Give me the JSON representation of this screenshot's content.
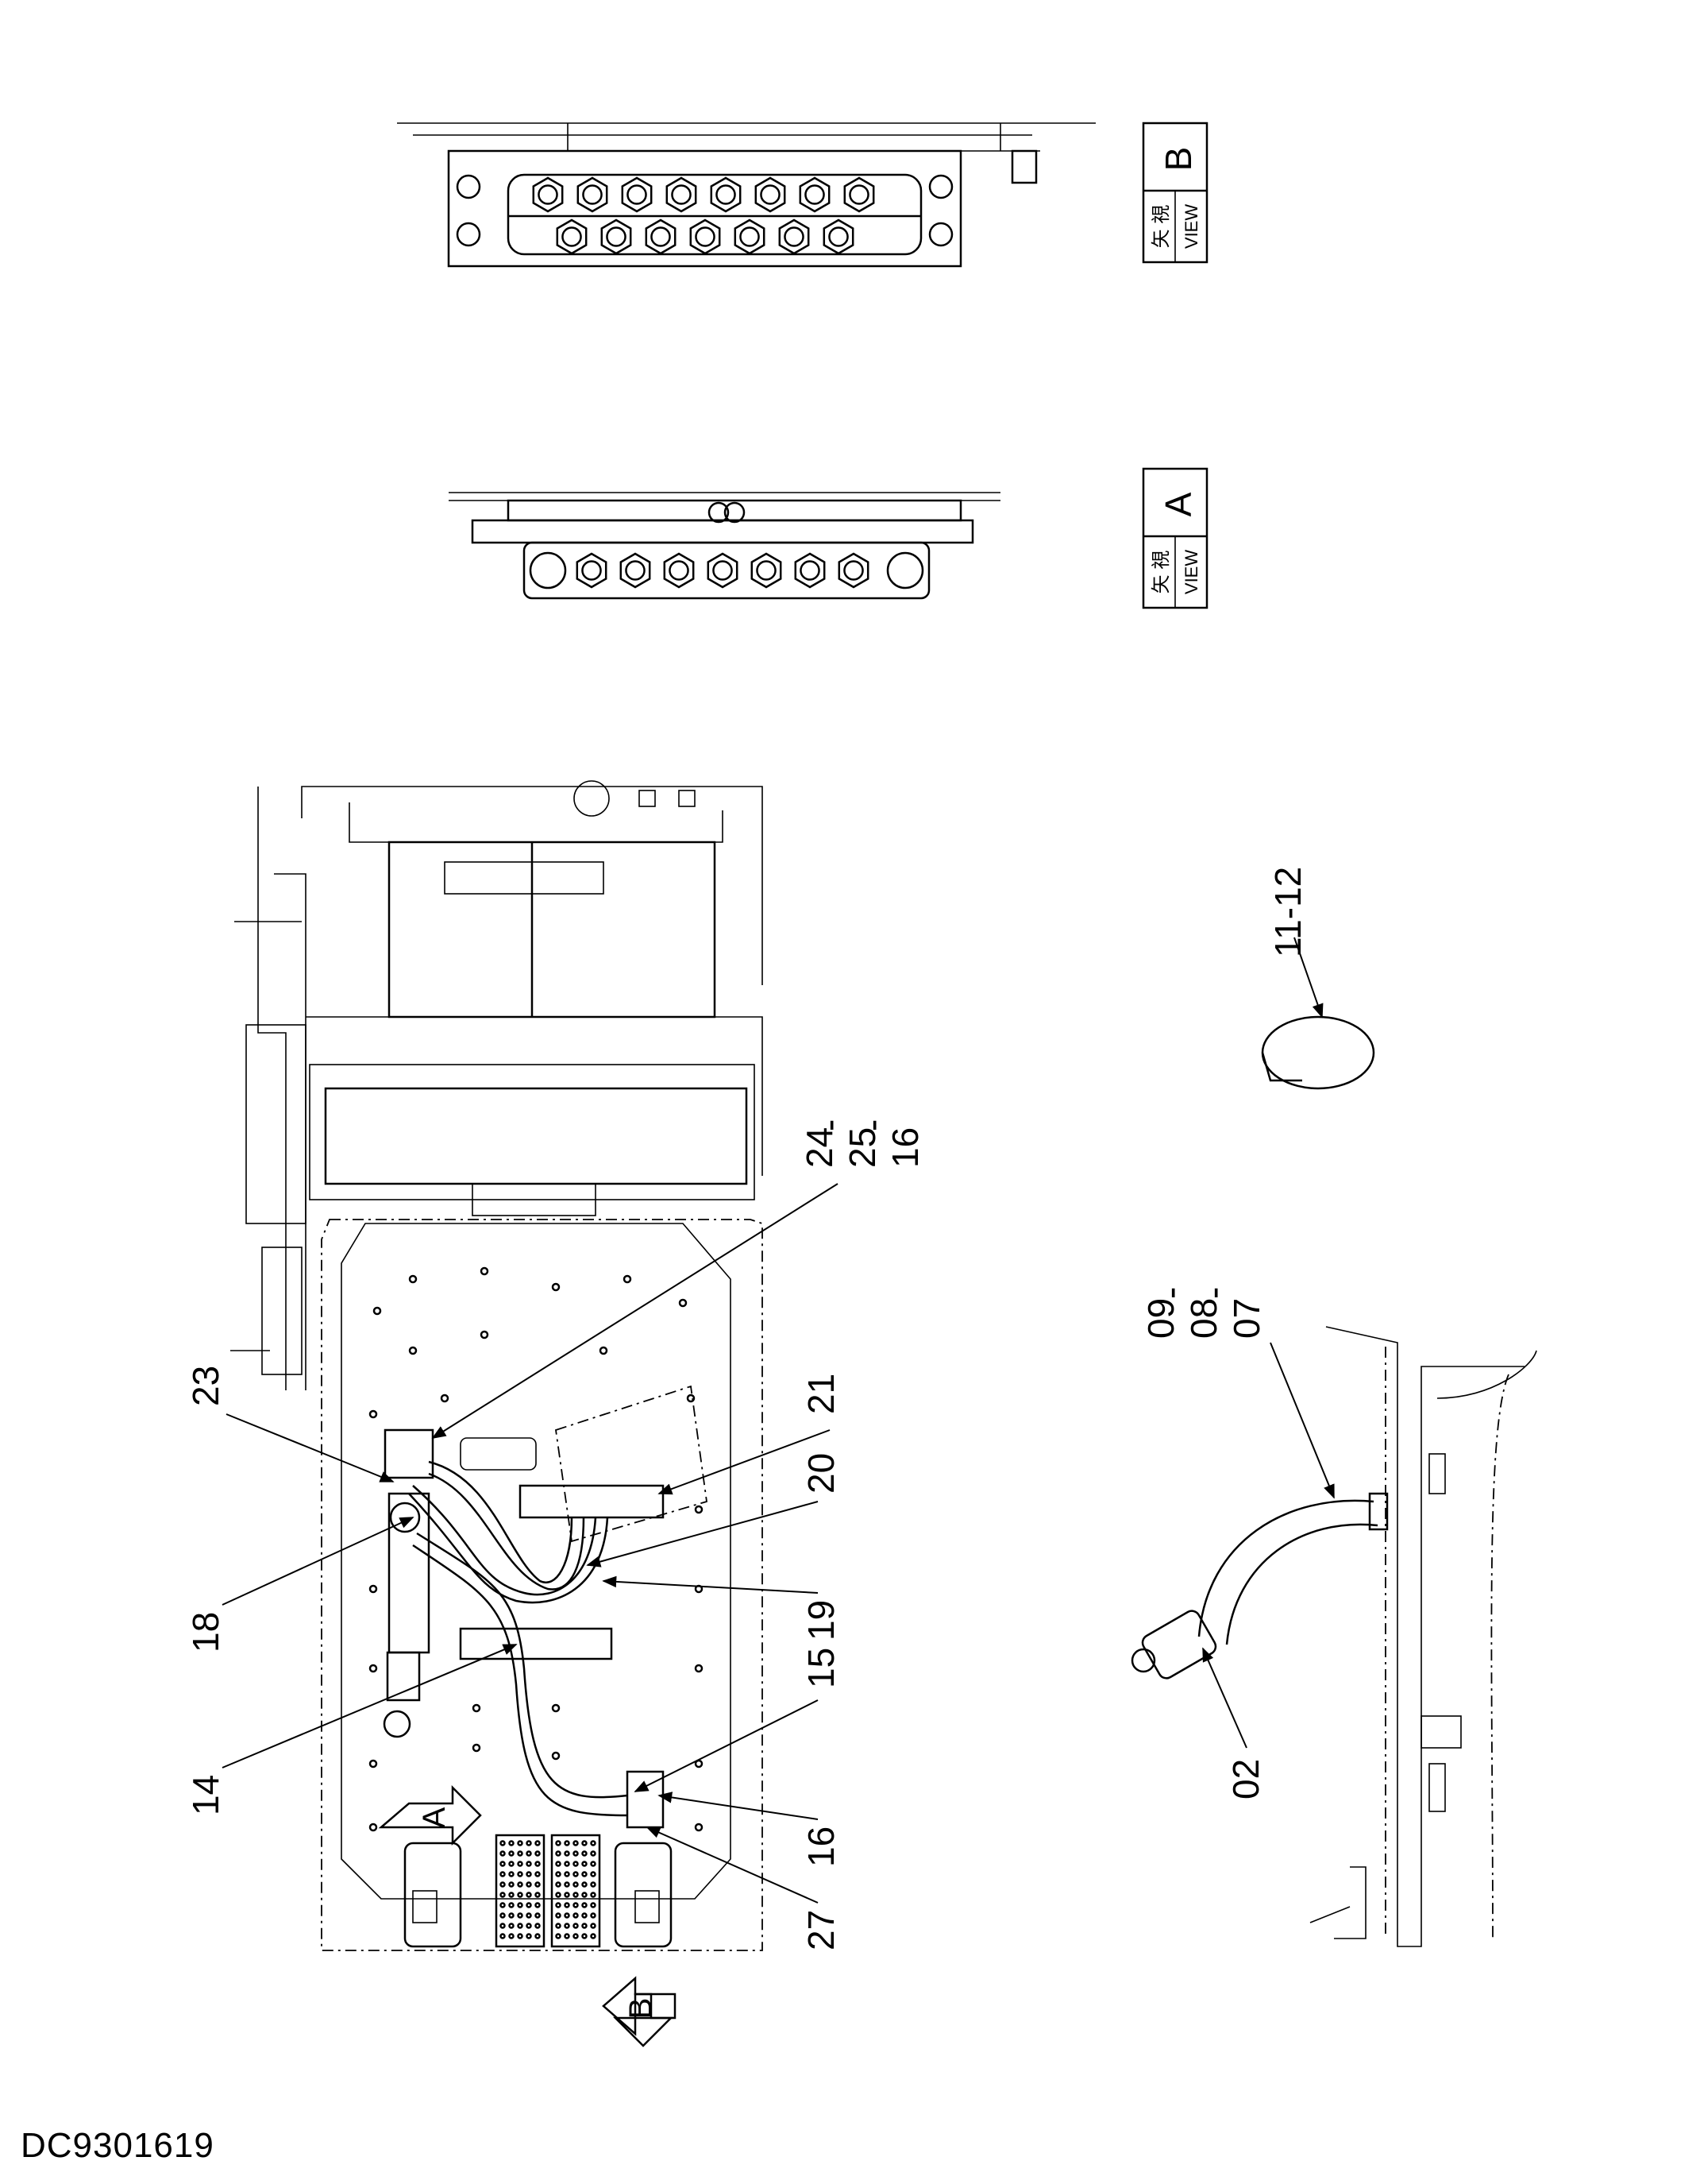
{
  "drawing_id": "DC9301619",
  "views": [
    {
      "letter": "B",
      "kanji": "矢 視",
      "word": "VIEW"
    },
    {
      "letter": "A",
      "kanji": "矢 視",
      "word": "VIEW"
    }
  ],
  "view_arrows": [
    {
      "letter": "A"
    },
    {
      "letter": "B"
    }
  ],
  "callouts": {
    "c24": "24",
    "c25": "25",
    "c16a": "16",
    "c21": "21",
    "c20": "20",
    "c19": "19",
    "c23": "23",
    "c18": "18",
    "c14": "14",
    "c15": "15",
    "c16b": "16",
    "c27": "27",
    "c09": "09",
    "c08": "08",
    "c07": "07",
    "c02": "02",
    "c1112": "11-12"
  },
  "separators": "-"
}
